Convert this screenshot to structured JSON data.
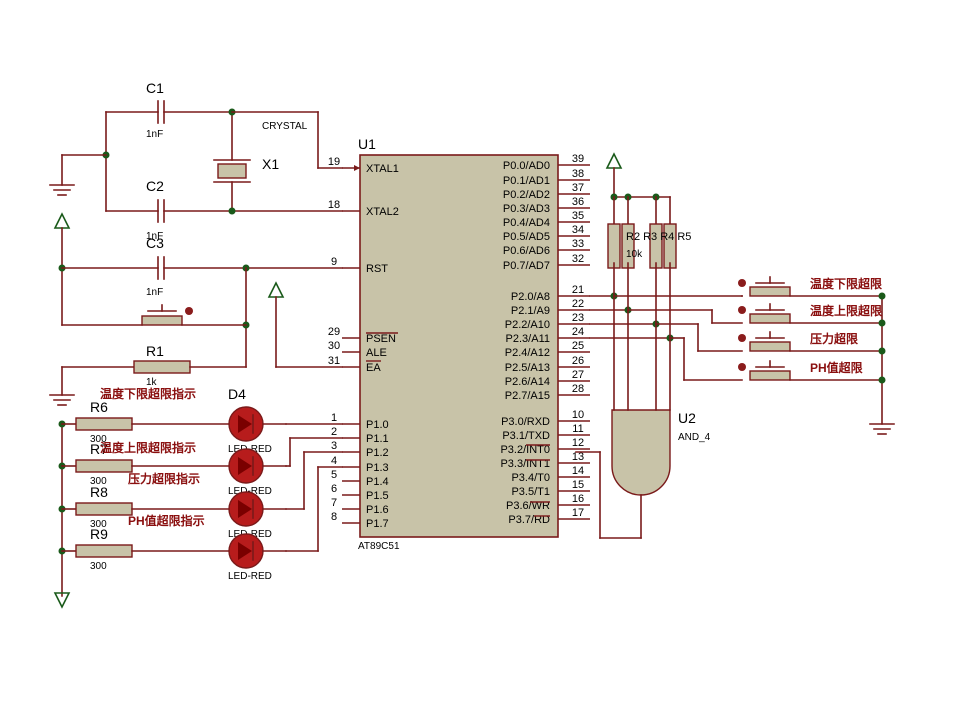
{
  "chip": {
    "ref": "U1",
    "part": "AT89C51",
    "left_pins": [
      {
        "num": "19",
        "name": "XTAL1"
      },
      {
        "num": "18",
        "name": "XTAL2"
      },
      {
        "num": "9",
        "name": "RST"
      },
      {
        "num": "29",
        "name": "PSEN"
      },
      {
        "num": "30",
        "name": "ALE"
      },
      {
        "num": "31",
        "name": "EA"
      },
      {
        "num": "1",
        "name": "P1.0"
      },
      {
        "num": "2",
        "name": "P1.1"
      },
      {
        "num": "3",
        "name": "P1.2"
      },
      {
        "num": "4",
        "name": "P1.3"
      },
      {
        "num": "5",
        "name": "P1.4"
      },
      {
        "num": "6",
        "name": "P1.5"
      },
      {
        "num": "7",
        "name": "P1.6"
      },
      {
        "num": "8",
        "name": "P1.7"
      }
    ],
    "right_pins": [
      {
        "num": "39",
        "name": "P0.0/AD0"
      },
      {
        "num": "38",
        "name": "P0.1/AD1"
      },
      {
        "num": "37",
        "name": "P0.2/AD2"
      },
      {
        "num": "36",
        "name": "P0.3/AD3"
      },
      {
        "num": "35",
        "name": "P0.4/AD4"
      },
      {
        "num": "34",
        "name": "P0.5/AD5"
      },
      {
        "num": "33",
        "name": "P0.6/AD6"
      },
      {
        "num": "32",
        "name": "P0.7/AD7"
      },
      {
        "num": "21",
        "name": "P2.0/A8"
      },
      {
        "num": "22",
        "name": "P2.1/A9"
      },
      {
        "num": "23",
        "name": "P2.2/A10"
      },
      {
        "num": "24",
        "name": "P2.3/A11"
      },
      {
        "num": "25",
        "name": "P2.4/A12"
      },
      {
        "num": "26",
        "name": "P2.5/A13"
      },
      {
        "num": "27",
        "name": "P2.6/A14"
      },
      {
        "num": "28",
        "name": "P2.7/A15"
      },
      {
        "num": "10",
        "name": "P3.0/RXD"
      },
      {
        "num": "11",
        "name": "P3.1/TXD"
      },
      {
        "num": "12",
        "name": "P3.2/INT0"
      },
      {
        "num": "13",
        "name": "P3.3/INT1"
      },
      {
        "num": "14",
        "name": "P3.4/T0"
      },
      {
        "num": "15",
        "name": "P3.5/T1"
      },
      {
        "num": "16",
        "name": "P3.6/WR"
      },
      {
        "num": "17",
        "name": "P3.7/RD"
      }
    ]
  },
  "capacitors": [
    {
      "ref": "C1",
      "value": "1nF"
    },
    {
      "ref": "C2",
      "value": "1nF"
    },
    {
      "ref": "C3",
      "value": "1nF"
    }
  ],
  "crystal": {
    "ref": "X1",
    "type": "CRYSTAL"
  },
  "reset_resistor": {
    "ref": "R1",
    "value": "1k"
  },
  "pullups": {
    "refs": "R2 R3 R4 R5",
    "value": "10k"
  },
  "and_gate": {
    "ref": "U2",
    "type": "AND_4"
  },
  "led_resistors": [
    {
      "ref": "R6",
      "value": "300"
    },
    {
      "ref": "R7",
      "value": "300"
    },
    {
      "ref": "R8",
      "value": "300"
    },
    {
      "ref": "R9",
      "value": "300"
    }
  ],
  "leds": [
    {
      "ref": "D4",
      "type": "LED-RED"
    },
    {
      "ref": "",
      "type": "LED-RED"
    },
    {
      "ref": "",
      "type": "LED-RED"
    },
    {
      "ref": "",
      "type": "LED-RED"
    }
  ],
  "led_labels": [
    "温度下限超限指示",
    "温度上限超限指示",
    "压力超限指示",
    "PH值超限指示"
  ],
  "switch_labels": [
    "温度下限超限",
    "温度上限超限",
    "压力超限",
    "PH值超限"
  ]
}
